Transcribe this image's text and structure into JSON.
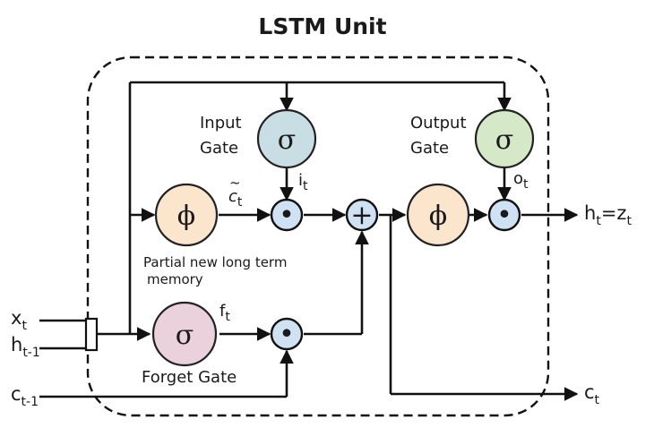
{
  "title": "LSTM Unit",
  "colors": {
    "sigma_input_gate": "#c9dde4",
    "sigma_output_gate": "#d5e8c8",
    "sigma_forget_gate": "#ead1dc",
    "phi": "#fce5cd",
    "operator": "#cfe2f3"
  },
  "gates": {
    "input": {
      "label_line1": "Input",
      "label_line2": "Gate",
      "symbol": "σ",
      "output_var": "i",
      "output_sub": "t"
    },
    "output": {
      "label_line1": "Output",
      "label_line2": "Gate",
      "symbol": "σ",
      "output_var": "o",
      "output_sub": "t"
    },
    "forget": {
      "label": "Forget Gate",
      "symbol": "σ",
      "output_var": "f",
      "output_sub": "t"
    }
  },
  "candidate": {
    "symbol": "ϕ",
    "output_var": "c",
    "output_accent": "~",
    "output_sub": "t",
    "caption_line1": "Partial new long term",
    "caption_line2": "memory"
  },
  "output_activation": {
    "symbol": "ϕ"
  },
  "operators": {
    "multiply": "•",
    "add": "+"
  },
  "inputs": [
    {
      "var": "x",
      "sub": "t"
    },
    {
      "var": "h",
      "sub": "t-1"
    },
    {
      "var": "c",
      "sub": "t-1"
    }
  ],
  "outputs": {
    "hidden": {
      "var": "h",
      "sub": "t",
      "eq": "=",
      "var2": "z",
      "sub2": "t"
    },
    "cell": {
      "var": "c",
      "sub": "t"
    }
  }
}
